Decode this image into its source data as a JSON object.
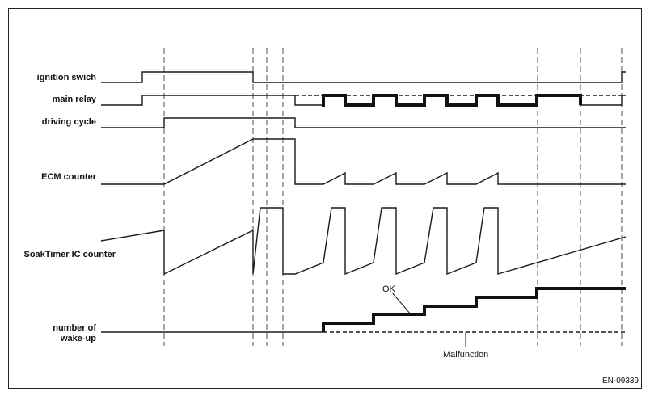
{
  "diagram": {
    "signals": {
      "ignition_switch": "ignition swich",
      "main_relay": "main relay",
      "driving_cycle": "driving cycle",
      "ecm_counter": "ECM counter",
      "soak_timer_counter": "SoakTimer IC counter",
      "wake_up_line1": "number of",
      "wake_up_line2": "wake-up"
    },
    "annotations": {
      "ok": "OK",
      "malfunction": "Malfunction"
    },
    "figure_code": "EN-09339"
  }
}
